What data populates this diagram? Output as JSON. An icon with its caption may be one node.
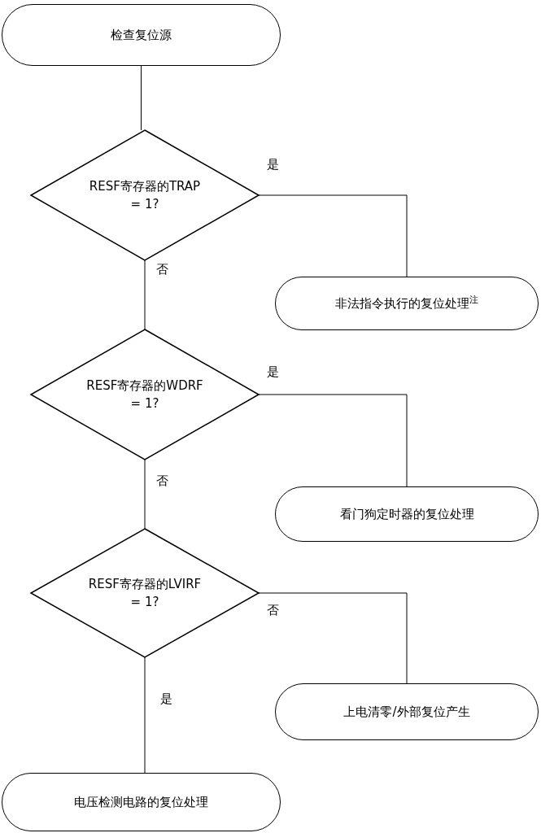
{
  "diagram": {
    "nodes": [
      {
        "text": [
          "检查复位源"
        ]
      },
      {
        "text": [
          "RESF寄存器的TRAP = 1?"
        ]
      },
      {
        "text": [
          "非法指令执行的复位处理$^{注}$"
        ]
      },
      {
        "text": [
          "RESF寄存器的WDRF = 1?"
        ]
      },
      {
        "text": [
          "看门狗定时器的复位处理"
        ]
      },
      {
        "text": [
          "RESF寄存器的LVIRF = 1?"
        ]
      },
      {
        "text": [
          "上电清零/外部复位产生"
        ]
      },
      {
        "text": [
          "电压检测电路的复位处理"
        ]
      }
    ],
    "edges": [
      {
        "from": 0,
        "to": 1,
        "arrow": "none"
      },
      {
        "from": 1,
        "to": 2,
        "arrow": "none",
        "label": "是"
      },
      {
        "from": 1,
        "to": 3,
        "arrow": "none",
        "label": "否"
      },
      {
        "from": 3,
        "to": 4,
        "arrow": "none",
        "label": "是"
      },
      {
        "from": 3,
        "to": 5,
        "arrow": "none",
        "label": "否"
      },
      {
        "from": 5,
        "to": 6,
        "arrow": "none",
        "label": "否"
      },
      {
        "from": 5,
        "to": 7,
        "arrow": "none",
        "label": "是"
      }
    ]
  }
}
